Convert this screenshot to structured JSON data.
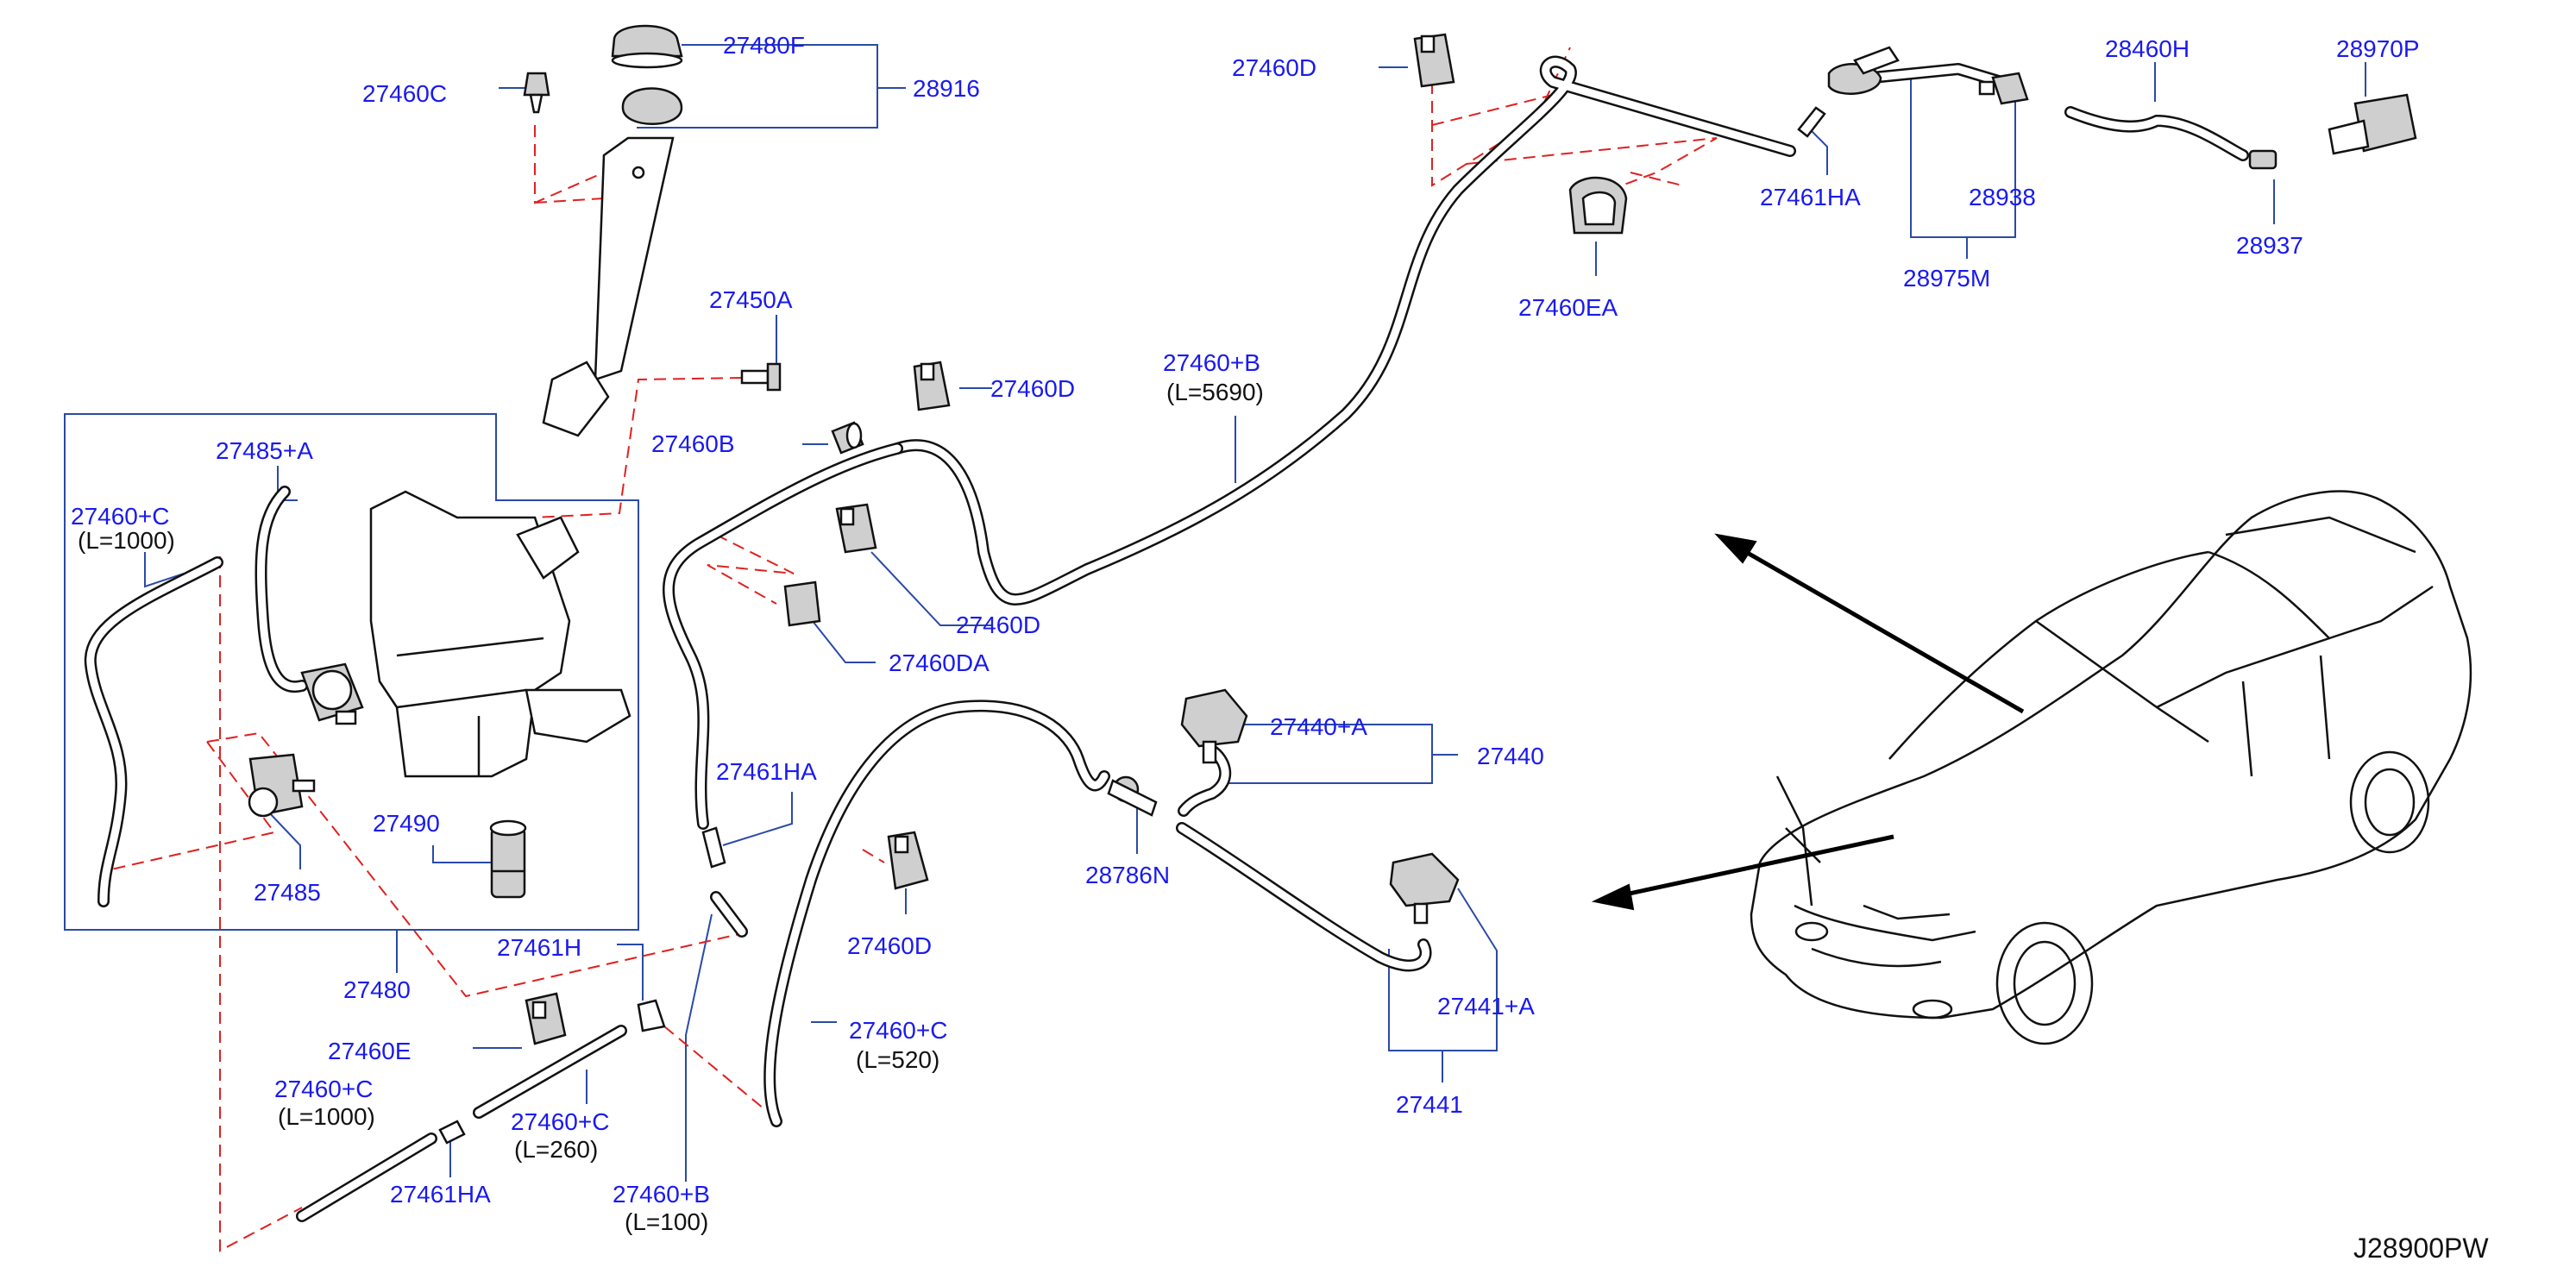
{
  "diagram": {
    "code": "J28900PW",
    "labels": {
      "l_27480f": "27480F",
      "l_27460c_top": "27460C",
      "l_28916": "28916",
      "l_27450a": "27450A",
      "l_27460b": "27460B",
      "l_27460d_clip1": "27460D",
      "l_27485a": "27485+A",
      "l_27460c_left": "27460+C",
      "l_27460c_left_len": "(L=1000)",
      "l_27485": "27485",
      "l_27490": "27490",
      "l_27480": "27480",
      "l_27460d_clip2": "27460D",
      "l_27460da": "27460DA",
      "l_27460b_long": "27460+B",
      "l_27460b_long_len": "(L=5690)",
      "l_27460d_topclip": "27460D",
      "l_27461ha_top": "27461HA",
      "l_27460ea": "27460EA",
      "l_28938": "28938",
      "l_28975m": "28975M",
      "l_28460h": "28460H",
      "l_28970p": "28970P",
      "l_28937": "28937",
      "l_27461ha_mid": "27461HA",
      "l_27440a": "27440+A",
      "l_27440": "27440",
      "l_28786n": "28786N",
      "l_27460d_clip3": "27460D",
      "l_27441a": "27441+A",
      "l_27441": "27441",
      "l_27461h": "27461H",
      "l_27460e": "27460E",
      "l_27460c_mid": "27460+C",
      "l_27460c_mid_len": "(L=260)",
      "l_27460c_bot": "27460+C",
      "l_27460c_bot_len": "(L=1000)",
      "l_27461ha_bot": "27461HA",
      "l_27460b_short": "27460+B",
      "l_27460b_short_len": "(L=100)",
      "l_27460c_520": "27460+C",
      "l_27460c_520_len": "(L=520)"
    }
  }
}
